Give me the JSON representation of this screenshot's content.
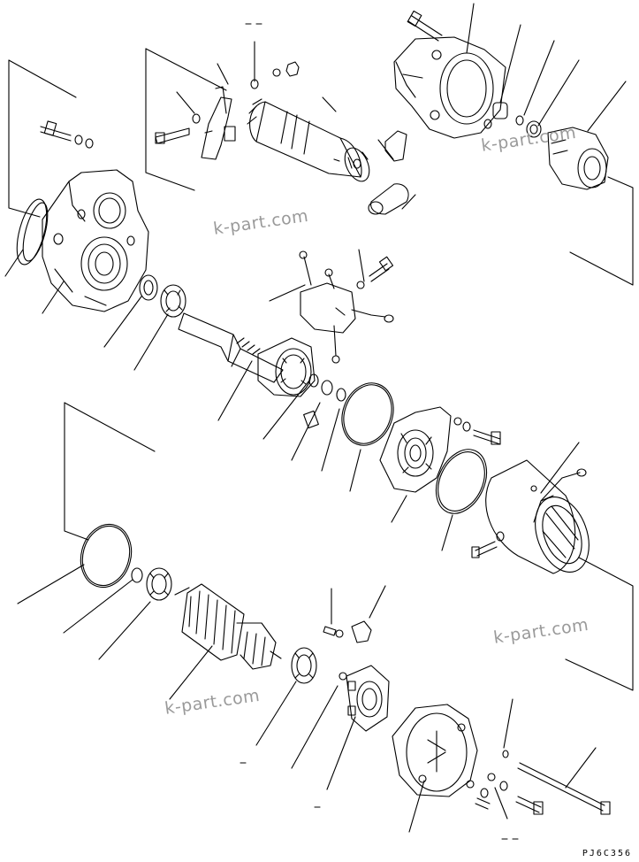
{
  "watermarks": [
    {
      "text": "k-part.com"
    },
    {
      "text": "k-part.com"
    },
    {
      "text": "k-part.com"
    },
    {
      "text": "k-part.com"
    }
  ],
  "drawing_code": "PJ6C356",
  "colors": {
    "line": "#000000",
    "watermark": "#9a9a9a",
    "background": "#ffffff"
  }
}
